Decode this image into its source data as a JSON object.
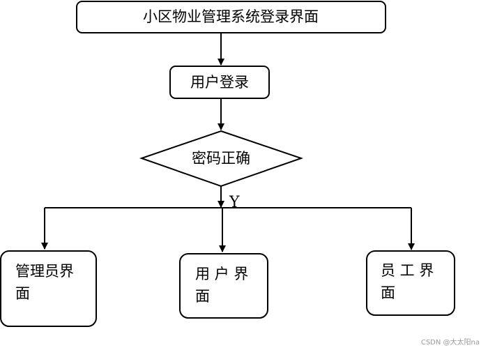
{
  "diagram": {
    "title_box": "小区物业管理系统登录界面",
    "login_box": "用户登录",
    "decision": "密码正确",
    "branch_label": "Y",
    "targets": [
      {
        "line1": "管理员界",
        "line2": "面"
      },
      {
        "line1": "用 户 界",
        "line2": "面"
      },
      {
        "line1": "员 工 界",
        "line2": "面"
      }
    ]
  },
  "watermark": "CSDN @大太阳na"
}
